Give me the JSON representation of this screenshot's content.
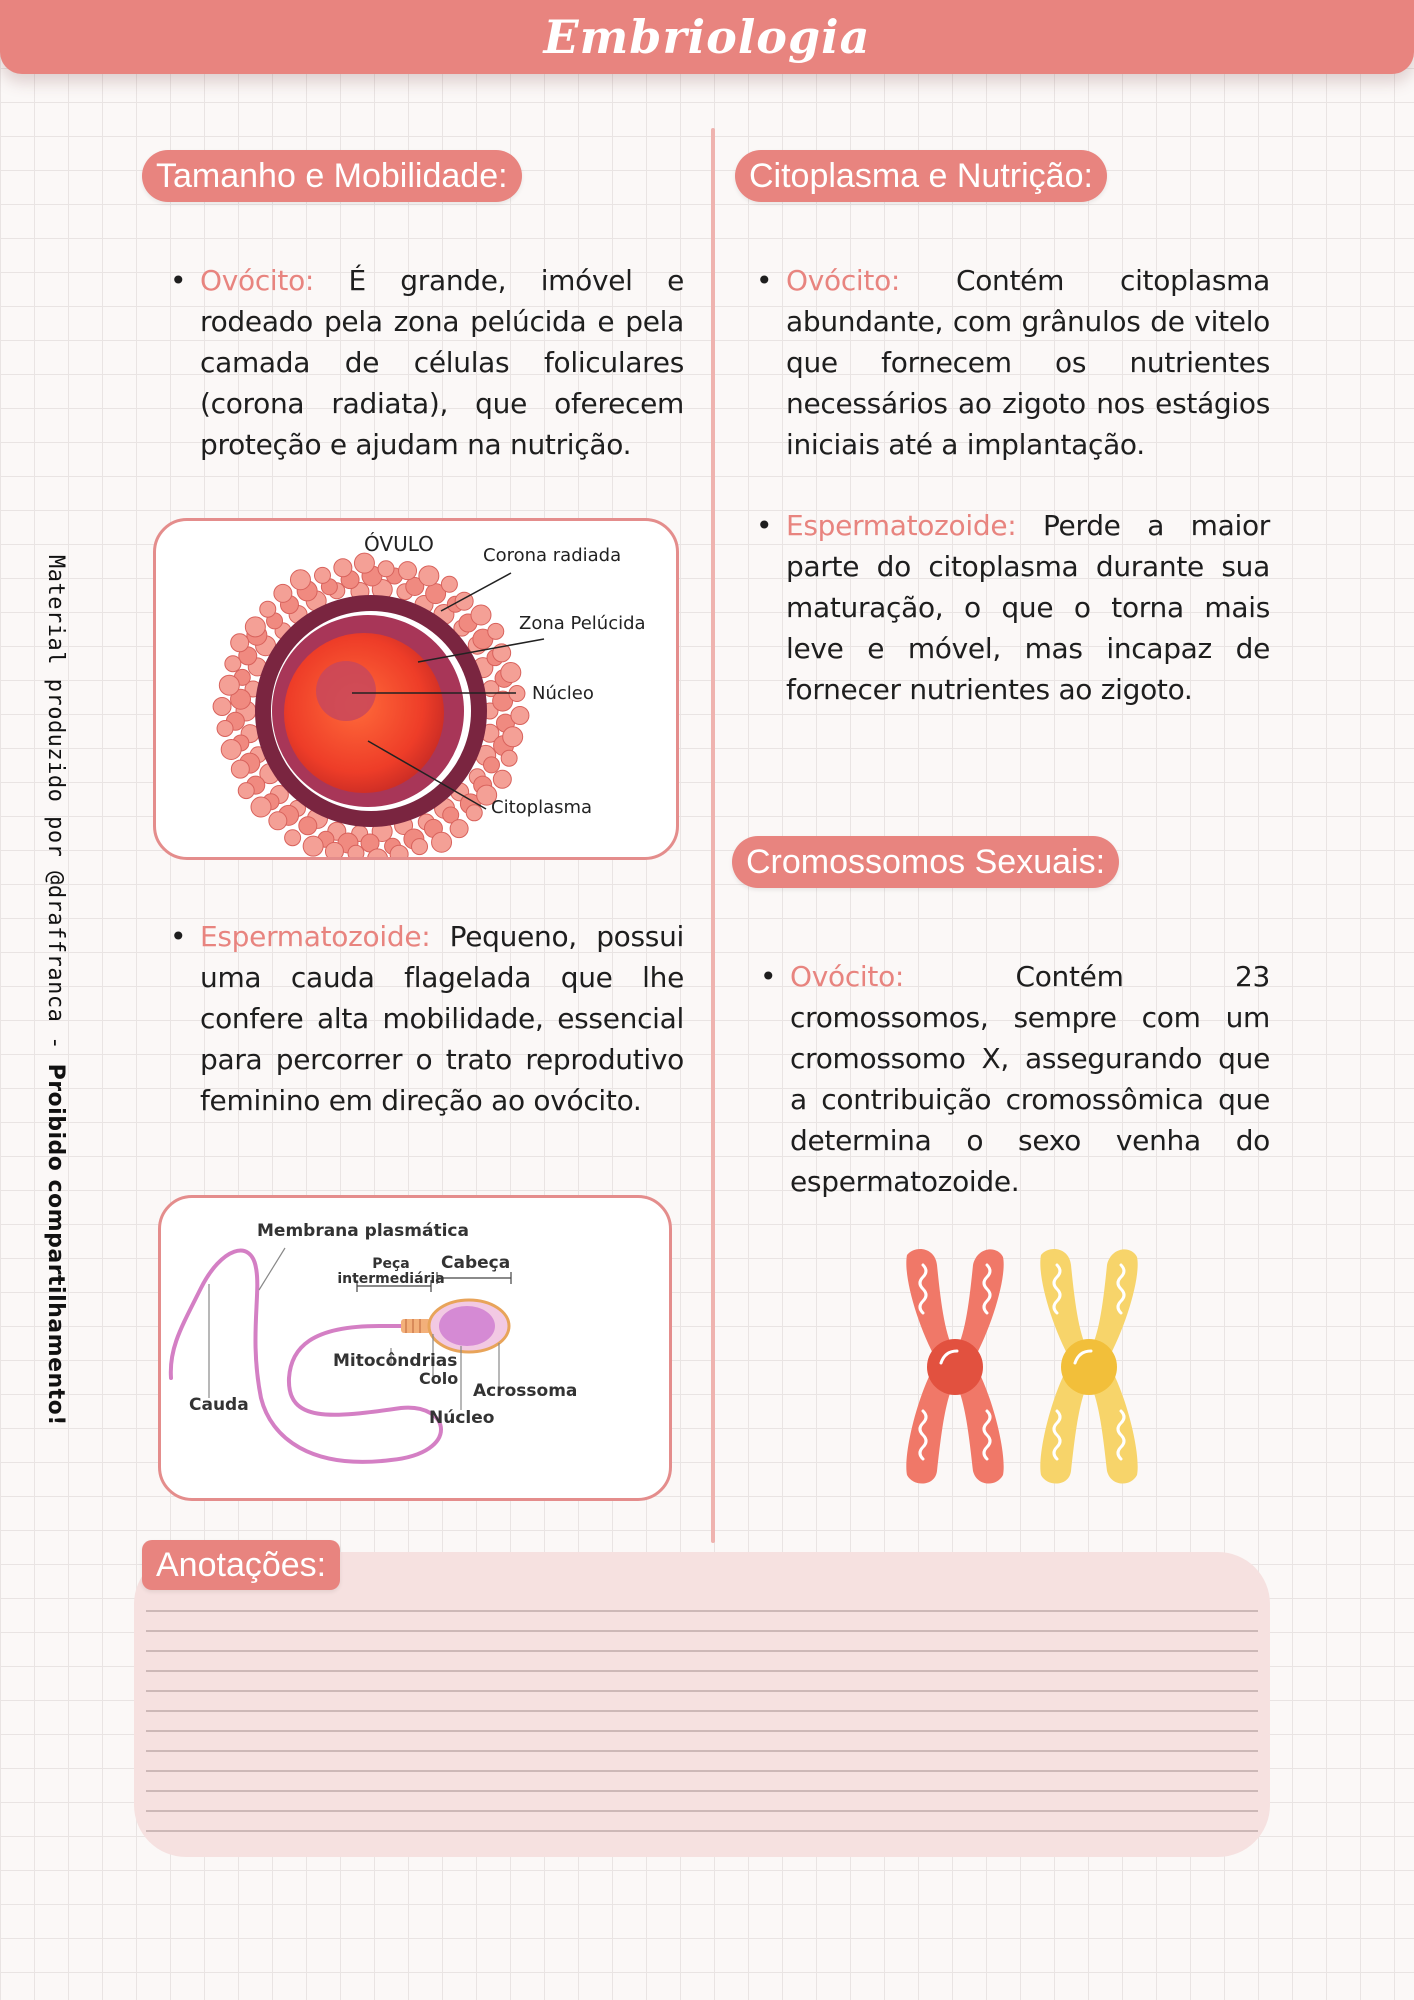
{
  "header": {
    "title": "Embriologia"
  },
  "side_note": {
    "normal": "Material produzido por @draffranca - ",
    "bold": "Proibido compartilhamento!"
  },
  "left": {
    "section_title": "Tamanho e Mobilidade:",
    "ovocito": {
      "term": "Ovócito:",
      "text": " É grande, imóvel e rodeado pela zona pelúcida e pela camada de células foliculares (corona radiata), que oferecem proteção e ajudam na nutrição."
    },
    "ovulo_diagram": {
      "title": "ÓVULO",
      "labels": [
        "Corona radiada",
        "Zona Pelúcida",
        "Núcleo",
        "Citoplasma"
      ]
    },
    "esperma": {
      "term": "Espermatozoide:",
      "text": " Pequeno, possui uma cauda flagelada que lhe confere alta mobilidade, essencial para percorrer o trato reprodutivo feminino em direção ao ovócito."
    },
    "sperm_diagram": {
      "membrana": "Membrana plasmática",
      "peca1": "Peça",
      "peca2": "intermediária",
      "cabeca": "Cabeça",
      "mitocondrias": "Mitocôndrias",
      "colo": "Colo",
      "acrossoma": "Acrossoma",
      "cauda": "Cauda",
      "nucleo": "Núcleo"
    }
  },
  "right": {
    "section_title": "Citoplasma e Nutrição:",
    "ovocito": {
      "term": "Ovócito:",
      "text": " Contém citoplasma abundante, com grânulos de vitelo que fornecem os nutrientes necessários ao zigoto nos estágios iniciais até a implantação."
    },
    "esperma": {
      "term": "Espermatozoide:",
      "text": " Perde a maior parte do citoplasma durante sua maturação, o que o torna mais leve e móvel, mas incapaz de fornecer nutrientes ao zigoto."
    },
    "section_title_2": "Cromossomos Sexuais:",
    "cromo": {
      "term": "Ovócito:",
      "text": " Contém 23 cromossomos, sempre com um cromossomo X, assegurando que a contribuição cromossômica que determina o sexo venha do espermatozoide."
    }
  },
  "notes": {
    "title": "Anotações:"
  },
  "colors": {
    "accent": "#e8847f",
    "card_border": "#e48d8c",
    "notes_bg": "#f6e1e0",
    "chromosome_red": "#f07868",
    "chromosome_yellow": "#f7d46a"
  }
}
